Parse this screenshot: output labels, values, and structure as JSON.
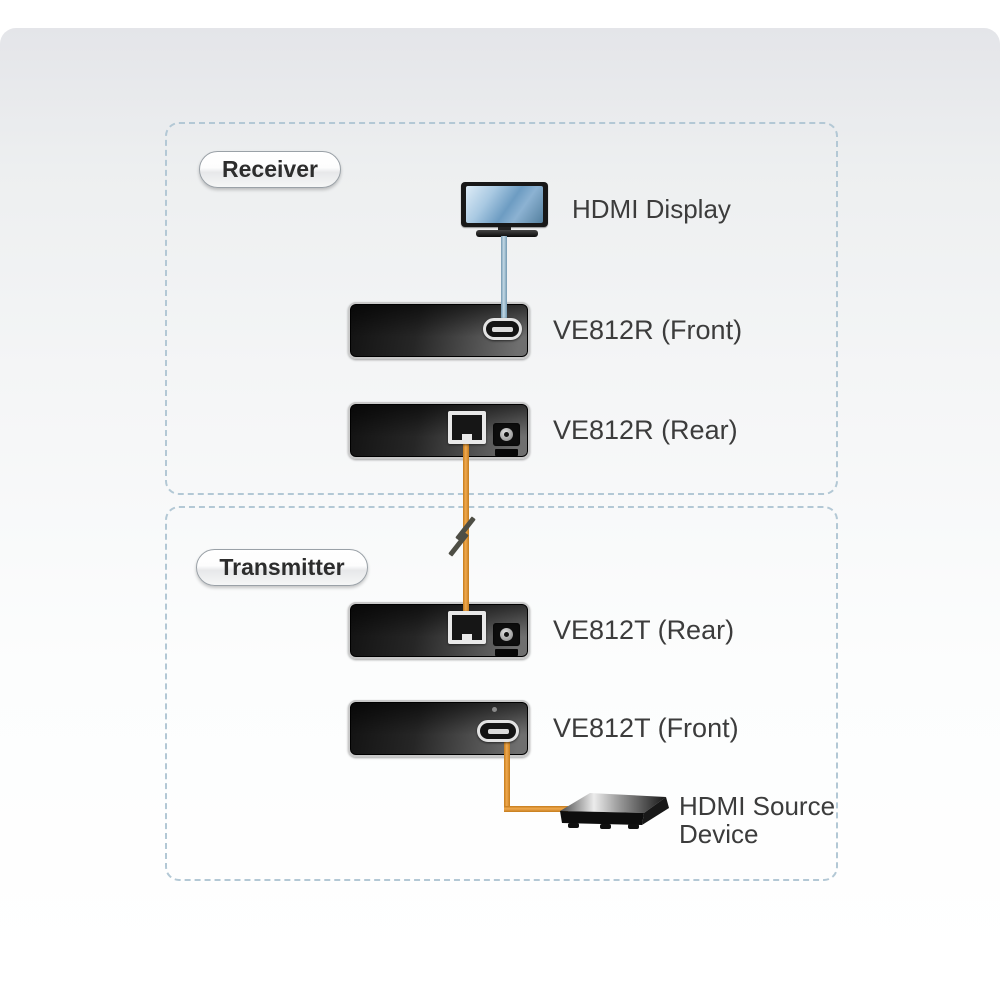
{
  "sections": {
    "receiver": {
      "label": "Receiver",
      "display": "HDMI Display",
      "front": "VE812R (Front)",
      "rear": "VE812R (Rear)"
    },
    "transmitter": {
      "label": "Transmitter",
      "rear": "VE812T (Rear)",
      "front": "VE812T (Front)",
      "source_line1": "HDMI Source",
      "source_line2": "Device"
    }
  },
  "icons": {
    "display": "monitor-icon",
    "source": "media-player-icon",
    "network_port": "rj45-port-icon",
    "power_port": "power-jack-icon",
    "hdmi_port": "hdmi-port-icon",
    "cable_break": "cable-break-icon"
  },
  "colors": {
    "cat5e_cable": "#e09a3d",
    "hdmi_cable": "#a6c4d8",
    "section_border": "#b3c8d5",
    "label_text": "#3c3c3c"
  }
}
